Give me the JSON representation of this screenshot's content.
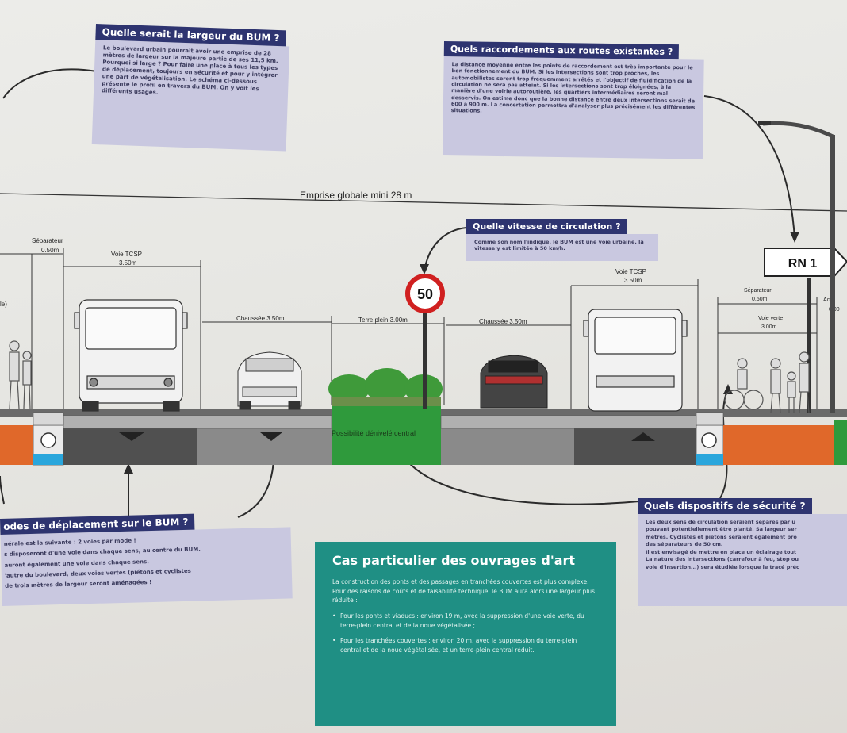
{
  "boxes": {
    "width": {
      "title": "Quelle serait la largeur du BUM ?",
      "text": "Le boulevard urbain pourrait avoir une emprise de 28 mètres de largeur sur la majeure partie de ses 11,5 km. Pourquoi si large ? Pour faire une place à tous les types de déplacement, toujours en sécurité et pour y intégrer une part de végétalisation. Le schéma ci-dessous présente le profil en travers du BUM. On y voit les différents usages."
    },
    "connections": {
      "title": "Quels raccordements aux routes existantes ?",
      "text": "La distance moyenne entre les points de raccordement est très importante pour le bon fonctionnement du BUM. Si les intersections sont trop proches, les automobilistes seront trop fréquemment arrêtés et l'objectif de fluidification de la circulation ne sera pas atteint. Si les intersections sont trop éloignées, à la manière d'une voirie autoroutière, les quartiers intermédiaires seront mal desservis. On estime donc que la bonne distance entre deux intersections serait de 600 à 900 m. La concertation permettra d'analyser plus précisément les différentes situations."
    },
    "speed": {
      "title": "Quelle vitesse de circulation ?",
      "text": "Comme son nom l'indique, le BUM est une voie urbaine, la vitesse y est limitée à 50 km/h."
    },
    "modes": {
      "title": "odes de déplacement sur le BUM ?",
      "lines": [
        "nérale est la suivante : 2 voies par mode !",
        "s disposeront d'une voie dans chaque sens, au centre du BUM.",
        "auront également une voie dans chaque sens.",
        "'autre du boulevard, deux voies vertes (piétons et cyclistes",
        "de trois mètres de largeur seront aménagées !"
      ]
    },
    "security": {
      "title": "Quels dispositifs de sécurité ?",
      "lines": [
        "Les deux sens de circulation seraient séparés par u",
        "pouvant potentiellement être planté. Sa largeur ser",
        "mètres. Cyclistes et piétons seraient également pro",
        "des séparateurs de 50 cm.",
        "Il est envisagé de mettre en place un éclairage tout",
        "La nature des intersections (carrefour à feu, stop ou",
        "voie d'insertion...) sera étudiée lorsque le tracé préc"
      ]
    }
  },
  "teal": {
    "title": "Cas particulier des ouvrages d'art",
    "intro": "La construction des ponts et des passages en tranchées couvertes est plus complexe. Pour des raisons de coûts et de faisabilité technique, le BUM aura alors une largeur plus réduite :",
    "items": [
      "Pour les ponts et viaducs : environ 19 m, avec la suppression d'une voie verte, du terre-plein central et de la noue végétalisée ;",
      "Pour les tranchées couvertes : environ 20 m, avec la suppression du terre-plein central et de la noue végétalisée, et un terre-plein central réduit."
    ]
  },
  "diagram": {
    "emprise": "Emprise globale mini 28 m",
    "left_separator": "Séparateur",
    "left_separator_w": "0.50m",
    "left_tcsp": "Voie TCSP",
    "left_tcsp_w": "3.50m",
    "left_cut": "le)",
    "chaussee_left": "Chaussée 3.50m",
    "terre_plein": "Terre plein 3.00m",
    "chaussee_right": "Chaussée 3.50m",
    "right_tcsp": "Voie TCSP",
    "right_tcsp_w": "3.50m",
    "right_separator": "Séparateur",
    "right_separator_w": "0.50m",
    "voie_verte": "Voie verte",
    "voie_verte_w": "3.00m",
    "accot": "Ac",
    "accot_w": "0.00",
    "speed_sign": "50",
    "rn_sign": "RN 1",
    "denivele": "Possibilité dénivelé central"
  },
  "colors": {
    "navy": "#2e3470",
    "lavender": "#c9c8e0",
    "teal": "#1f8f84",
    "orange": "#e0682a",
    "green": "#2f9a3c",
    "dark_road": "#505050",
    "mid_road": "#8a8a8a",
    "blue": "#2aa6dc"
  }
}
